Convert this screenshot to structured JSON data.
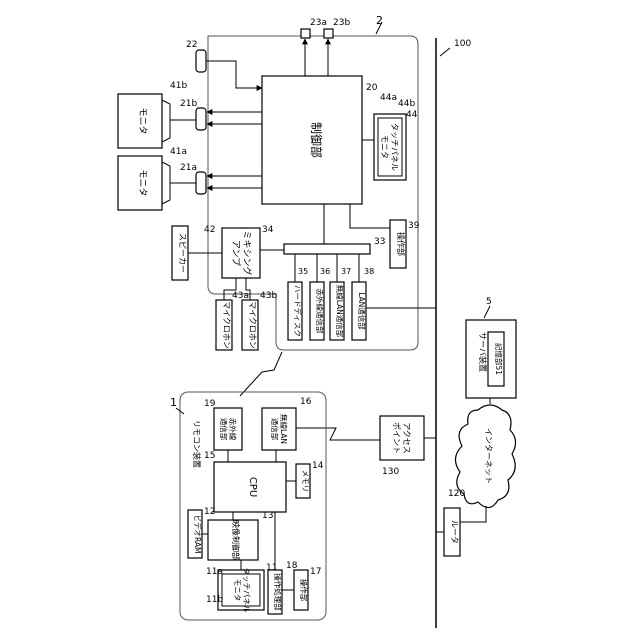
{
  "refs": {
    "system": "100",
    "device2": "2",
    "remote1": "1",
    "server5": "5",
    "control": "20",
    "in_21a": "21a",
    "in_21b": "21b",
    "in_22": "22",
    "out_23a": "23a",
    "out_23b": "23b",
    "mixer": "34",
    "speaker": "42",
    "mic_43a": "43a",
    "mic_43b": "43b",
    "monitor_41a": "41a",
    "monitor_41b": "41b",
    "hub": "33",
    "hdd": "35",
    "ir": "36",
    "wlan": "37",
    "lan": "38",
    "op_dev": "39",
    "touch_dev": "44",
    "touch_a": "44a",
    "touch_b": "44b",
    "r_cpu": "15",
    "r_ir": "19",
    "r_wlan": "16",
    "r_mem": "14",
    "r_vram": "12",
    "r_video": "13",
    "r_touch": "11",
    "r_touch_a": "11a",
    "r_touch_b": "11b",
    "r_opproc": "18",
    "r_op": "17",
    "ap": "130",
    "router": "120",
    "storage": "51"
  },
  "labels": {
    "control": "制御部",
    "monitor": "モニタ",
    "speaker": "スピーカー",
    "mixer": "ミキシング\nアンプ",
    "mic": "マイクロホン",
    "hdd": "ハードディスク",
    "ir": "赤外線通信部",
    "wlan": "無線LAN通信部",
    "lan": "LAN通信部",
    "op_dev": "操作部",
    "touch_dev": "タッチパネル\nモニタ",
    "remote_title": "リモコン装置",
    "cpu": "CPU",
    "r_ir": "赤外線\n通信部",
    "r_wlan": "無線LAN\n通信部",
    "memory": "メモリ",
    "vram": "ビデオRAM",
    "video_ctrl": "映像制御部",
    "r_touch": "タッチパネル\nモニタ",
    "op_proc": "操作処理部",
    "r_op": "操作部",
    "ap": "アクセス\nポイント",
    "router": "ルータ",
    "internet": "インターネット",
    "server": "サーバ装置",
    "storage": "記憶部51"
  }
}
